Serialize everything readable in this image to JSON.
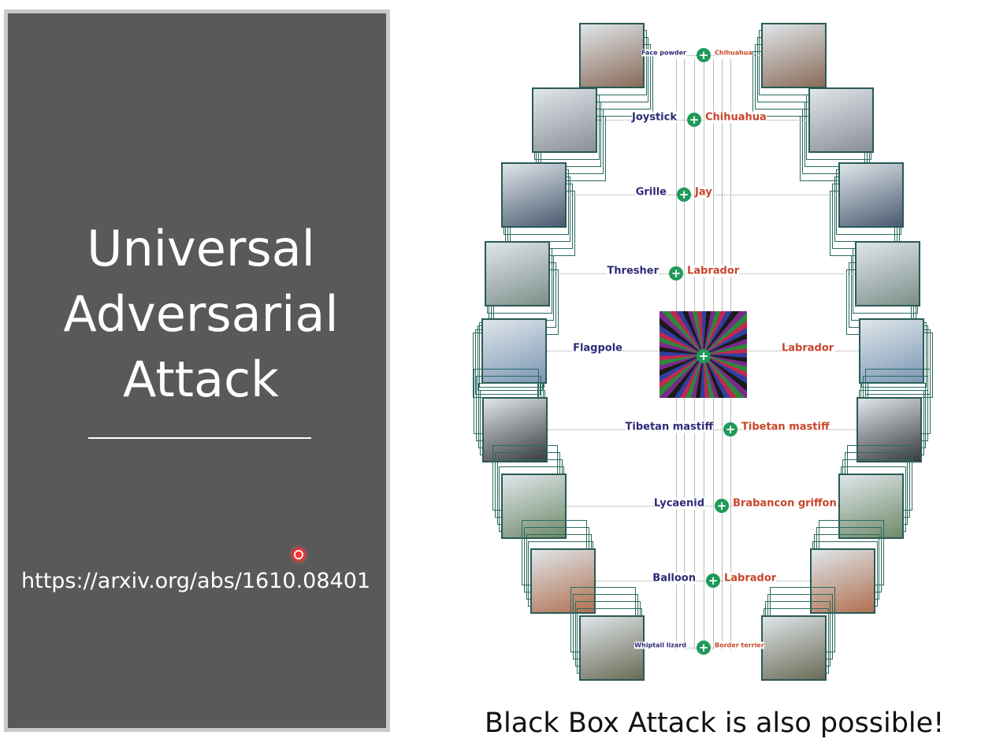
{
  "slide": {
    "title_lines": [
      "Universal",
      "Adversarial",
      "Attack"
    ],
    "url": "https://arxiv.org/abs/1610.08401",
    "caption": "Black Box Attack is also possible!"
  },
  "figure": {
    "rows": [
      {
        "original": "Face powder",
        "perturbed": "Chihuahua",
        "img_color": "#8a6a58"
      },
      {
        "original": "Joystick",
        "perturbed": "Chihuahua",
        "img_color": "#8a8f96"
      },
      {
        "original": "Grille",
        "perturbed": "Jay",
        "img_color": "#4a5a70"
      },
      {
        "original": "Thresher",
        "perturbed": "Labrador",
        "img_color": "#7d8f8a"
      },
      {
        "original": "Flagpole",
        "perturbed": "Labrador",
        "img_color": "#7c97b5"
      },
      {
        "original": "Tibetan mastiff",
        "perturbed": "Tibetan mastiff",
        "img_color": "#3a3a40"
      },
      {
        "original": "Lycaenid",
        "perturbed": "Brabancon griffon",
        "img_color": "#6f8a6a"
      },
      {
        "original": "Balloon",
        "perturbed": "Labrador",
        "img_color": "#b07050"
      },
      {
        "original": "Whiptail lizard",
        "perturbed": "Border terrier",
        "img_color": "#6a6a55"
      }
    ]
  }
}
